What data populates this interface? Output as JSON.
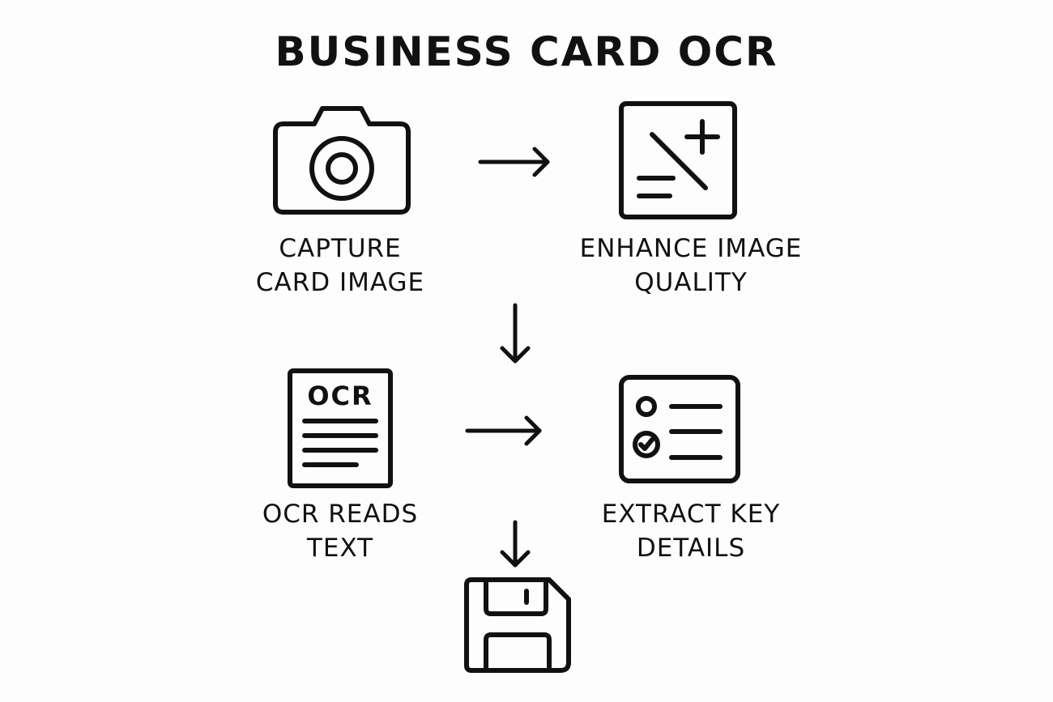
{
  "title": "BUSINESS CARD OCR",
  "steps": [
    {
      "icon": "camera-icon",
      "line1": "CAPTURE",
      "line2": "CARD IMAGE"
    },
    {
      "icon": "enhance-icon",
      "line1": "ENHANCE IMAGE",
      "line2": "QUALITY"
    },
    {
      "icon": "ocr-document-icon",
      "line1": "OCR READS",
      "line2": "TEXT",
      "icon_text": "OCR"
    },
    {
      "icon": "checklist-card-icon",
      "line1": "EXTRACT KEY",
      "line2": "DETAILS"
    },
    {
      "icon": "save-floppy-icon"
    }
  ],
  "colors": {
    "stroke": "#111111",
    "background": "#fdfdfd"
  }
}
